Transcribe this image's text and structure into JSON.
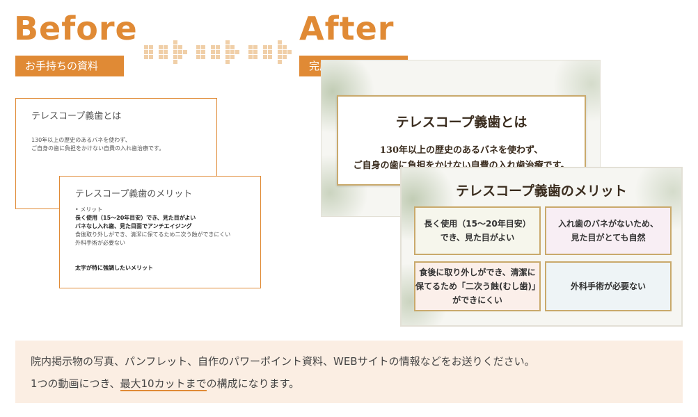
{
  "before": {
    "heading": "Before",
    "tag": "お手持ちの資料",
    "card1": {
      "title": "テレスコープ義歯とは",
      "line1": "130年以上の歴史のあるバネを使わず、",
      "line2": "ご自身の歯に負担をかけない自費の入れ歯治療です。"
    },
    "card2": {
      "title": "テレスコープ義歯のメリット",
      "bullet": "• メリット",
      "bold1": "長く使用（15～20年目安）でき、見た目がよい",
      "bold2": "バネなし入れ歯、見た目面でアンチエイジング",
      "line3": "食後取り外しができ、清潔に保てるため二次う蝕ができにくい",
      "line4": "外科手術が必要ない",
      "note": "太字が特に強調したいメリット"
    }
  },
  "after": {
    "heading": "After",
    "tag": "完成デザイン",
    "slide1": {
      "title": "テレスコープ義歯とは",
      "line1": "130年以上の歴史のあるバネを使わず、",
      "line2": "ご自身の歯に負担をかけない自費の入れ歯治療です。"
    },
    "slide2": {
      "title": "テレスコープ義歯のメリット",
      "cells": [
        {
          "l1": "長く使用（15～20年目安）",
          "l2": "でき、見た目がよい",
          "l3": "",
          "bg": "#f6f6ec"
        },
        {
          "l1": "入れ歯のバネがないため、",
          "l2": "見た目がとても自然",
          "l3": "",
          "bg": "#f8eef4"
        },
        {
          "l1": "食後に取り外しができ、清潔に",
          "l2": "保てるため「二次う蝕(むし歯)」",
          "l3": "ができにくい",
          "bg": "#fbefea"
        },
        {
          "l1": "外科手術が必要ない",
          "l2": "",
          "l3": "",
          "bg": "#eef4f6"
        }
      ]
    }
  },
  "notice": {
    "line1": "院内掲示物の写真、パンフレット、自作のパワーポイント資料、WEBサイトの情報などをお送りください。",
    "line2_pre": "1つの動画につき、",
    "line2_em": "最大10カットまで",
    "line2_post": "の構成になります。"
  },
  "colors": {
    "accent": "#e08a35",
    "gold": "#c9a96b",
    "notice_bg": "#fbeee3"
  }
}
